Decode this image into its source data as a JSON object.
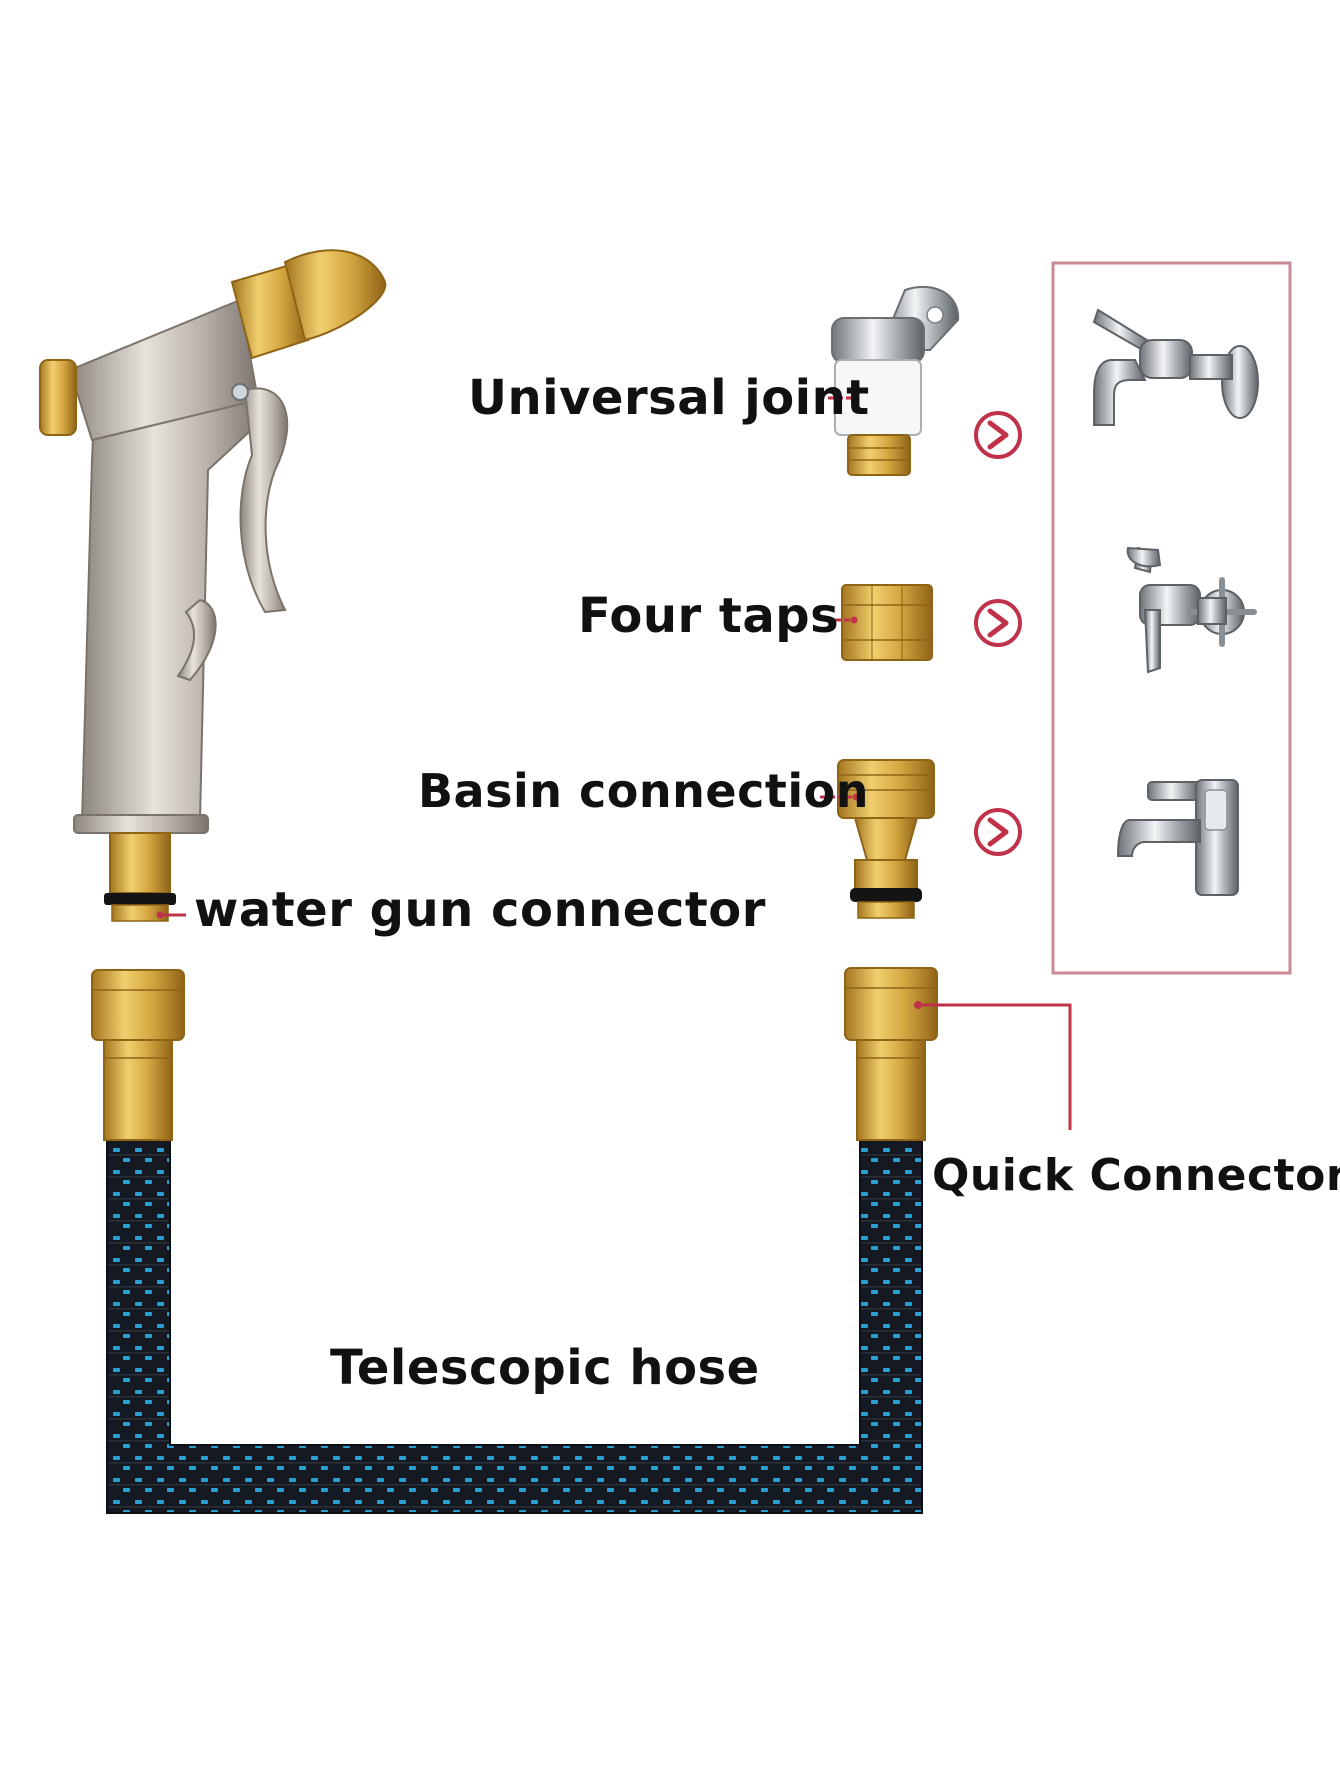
{
  "labels": {
    "universal_joint": "Universal joint",
    "four_taps": "Four taps",
    "basin_connection": "Basin connection",
    "water_gun_connector": "water gun connector",
    "quick_connector": "Quick Connector",
    "telescopic_hose": "Telescopic hose"
  },
  "colors": {
    "leader_line": "#c0324a",
    "tap_frame": "#c88a94",
    "brass": "#d4a640",
    "brass_dark": "#a3761f",
    "hose_black": "#151a22",
    "hose_blue": "#2a9fd6",
    "chrome": "#b8b2ac"
  },
  "icons": [
    "spray-gun-icon",
    "universal-joint-icon",
    "four-taps-adapter-icon",
    "basin-connector-icon",
    "arrow-right-icon",
    "wall-tap-icon",
    "cross-handle-tap-icon",
    "basin-faucet-icon",
    "quick-connector-icon",
    "telescopic-hose-icon"
  ]
}
